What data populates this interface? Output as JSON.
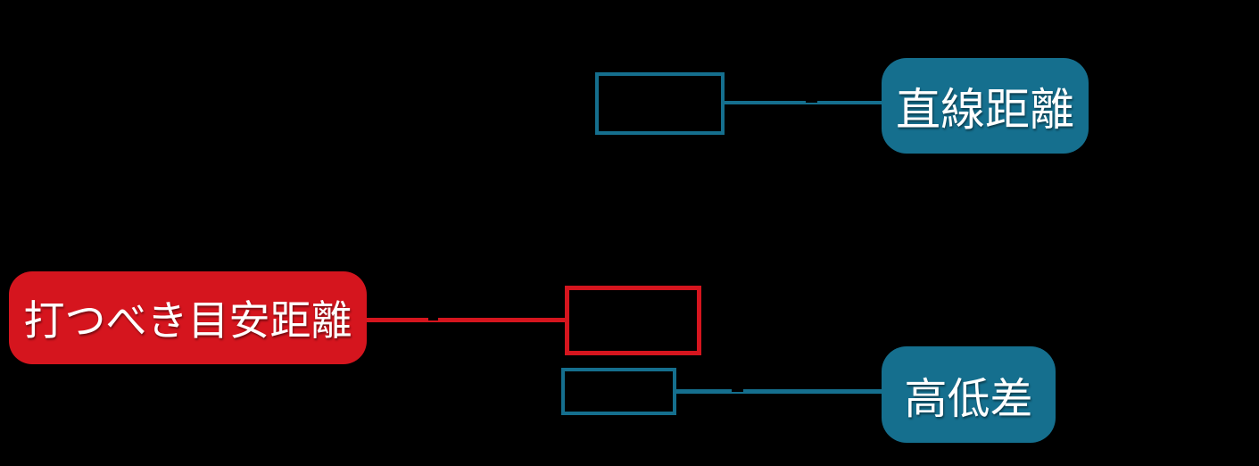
{
  "diagram": {
    "background": "#000000",
    "colors": {
      "teal": "#156f8e",
      "red": "#d5151e",
      "label_text": "#ffffff"
    },
    "labels": {
      "straight_distance": "直線距離",
      "target_distance": "打つべき目安距離",
      "height_difference": "高低差"
    }
  }
}
